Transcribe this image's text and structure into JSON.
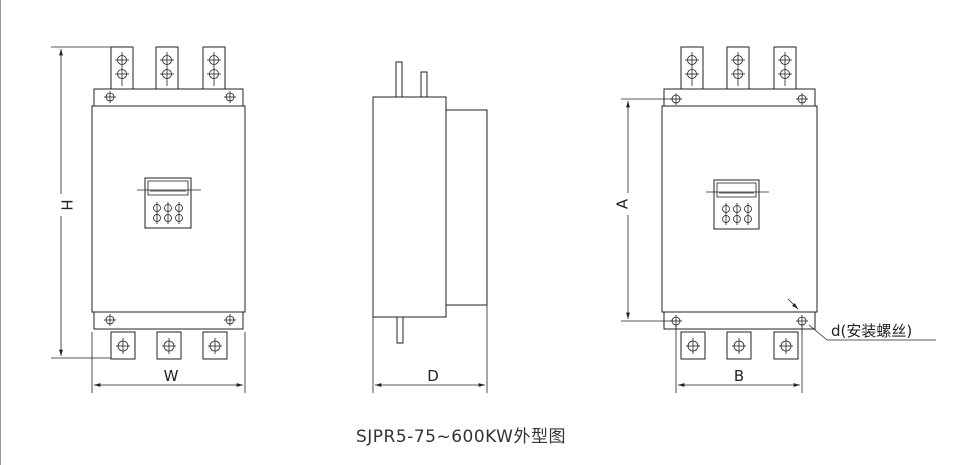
{
  "diagram": {
    "caption": "SJPR5-75~600KW外型图",
    "labels": {
      "height": "H",
      "width": "W",
      "depth": "D",
      "hole_vertical_spacing": "A",
      "hole_horizontal_spacing": "B",
      "mounting_screw": "d(安装螺丝)"
    }
  }
}
